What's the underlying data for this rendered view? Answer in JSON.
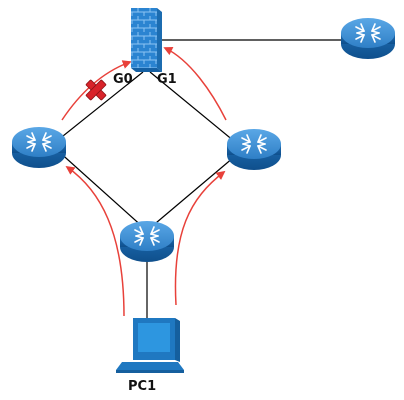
{
  "diagram": {
    "labels": {
      "firewall_port_left": "G0",
      "firewall_port_right": "G1",
      "pc": "PC1"
    },
    "nodes": {
      "firewall": "firewall-icon",
      "router_left": "router-icon",
      "router_right": "router-icon",
      "router_bottom": "router-icon",
      "router_remote": "router-icon",
      "pc": "computer-icon"
    },
    "markers": {
      "blocked_link": "red-x-icon"
    },
    "colors": {
      "router_body": "#1f6fb5",
      "router_top": "#4f9fe0",
      "firewall": "#2b84d1",
      "pc": "#1f78c1",
      "link": "#000000",
      "traffic_arrow": "#e8413a",
      "blocked_marker": "#d8232a"
    }
  }
}
